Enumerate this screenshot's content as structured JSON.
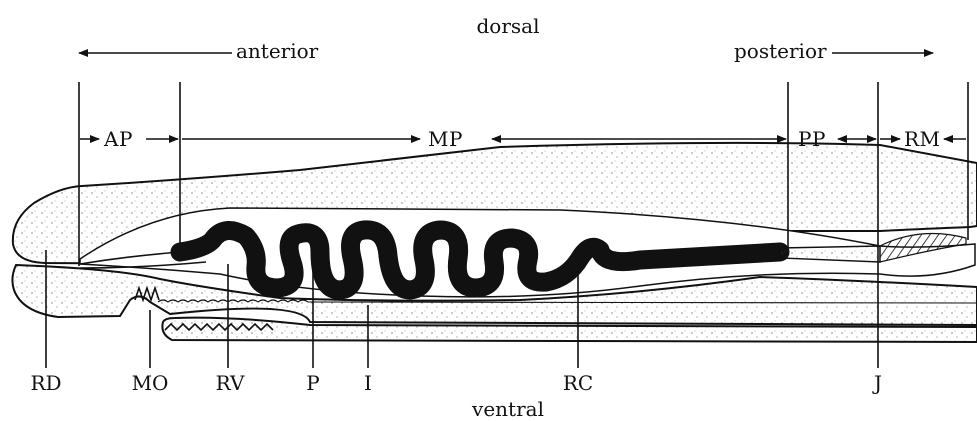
{
  "orientation": {
    "top": "dorsal",
    "bottom": "ventral",
    "left": "anterior",
    "right": "posterior"
  },
  "sections": [
    "AP",
    "MP",
    "PP",
    "RM"
  ],
  "parts": [
    "RD",
    "MO",
    "RV",
    "P",
    "I",
    "RC",
    "J"
  ],
  "colors": {
    "ink": "#111111",
    "background": "#ffffff"
  }
}
